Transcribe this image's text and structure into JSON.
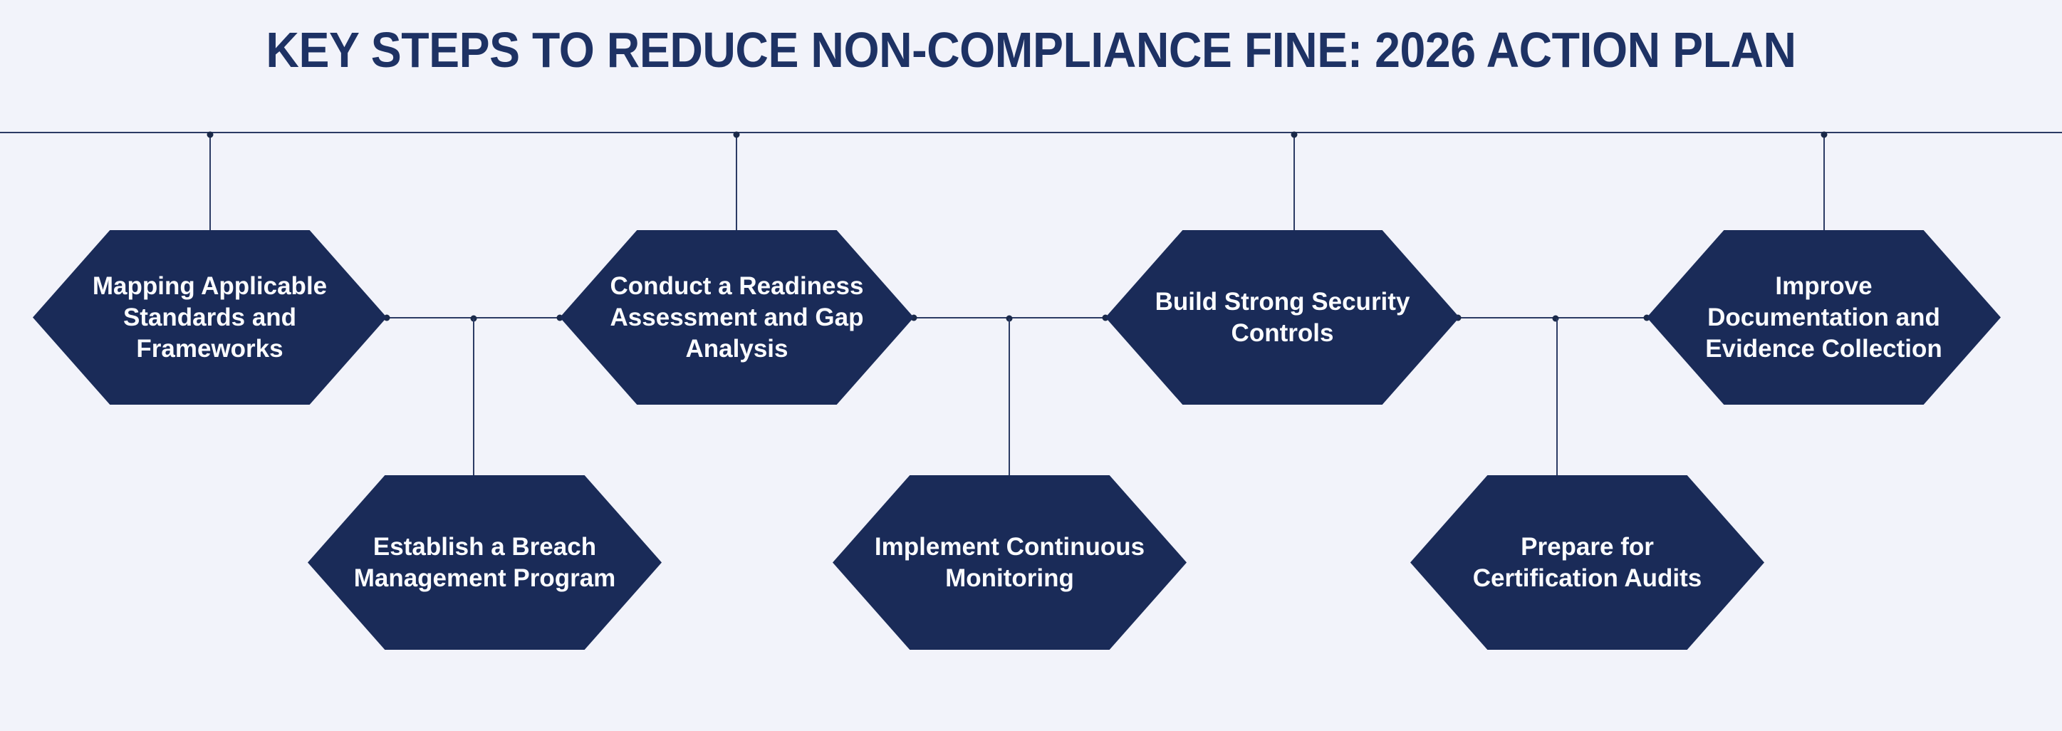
{
  "title": "KEY STEPS TO REDUCE NON-COMPLIANCE FINE: 2026 ACTION PLAN",
  "colors": {
    "background": "#f2f3fa",
    "hexagon_fill": "#1a2b58",
    "title_text": "#1e3264",
    "connector_line": "#2c3b64",
    "junction_dot": "#1a2949",
    "hexagon_text": "#fbfcff"
  },
  "diagram": {
    "top_row_steps": [
      {
        "label": "Mapping Applicable\nStandards and\nFrameworks"
      },
      {
        "label": "Conduct a Readiness\nAssessment and Gap\nAnalysis"
      },
      {
        "label": "Build Strong Security\nControls"
      },
      {
        "label": "Improve\nDocumentation and\nEvidence Collection"
      }
    ],
    "bottom_row_steps": [
      {
        "label": "Establish a Breach\nManagement Program"
      },
      {
        "label": "Implement Continuous\nMonitoring"
      },
      {
        "label": "Prepare for\nCertification Audits"
      }
    ]
  }
}
